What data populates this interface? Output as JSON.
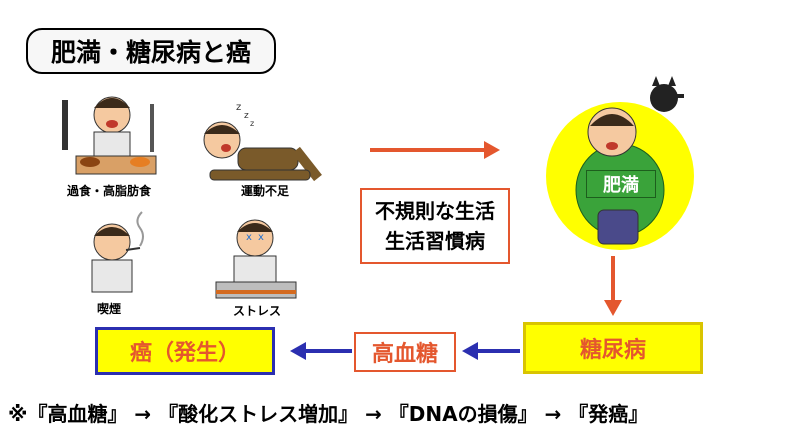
{
  "title": "肥満・糖尿病と癌",
  "lifestyle_factors": [
    {
      "label": "過食・高脂肪食"
    },
    {
      "label": "運動不足"
    },
    {
      "label": "喫煙"
    },
    {
      "label": "ストレス"
    }
  ],
  "cause_box": {
    "line1": "不規則な生活",
    "line2": "生活習慣病"
  },
  "obesity_label": "肥満",
  "flow": {
    "diabetes": "糖尿病",
    "hyperglycemia": "高血糖",
    "cancer": "癌（発生）"
  },
  "footnote": "※『高血糖』 → 『酸化ストレス増加』 → 『DNAの損傷』 → 『発癌』",
  "colors": {
    "accent_red": "#e4572e",
    "highlight_yellow": "#ffff00",
    "arrow_blue": "#2b2fb0",
    "obesity_green": "#3aa33a"
  }
}
